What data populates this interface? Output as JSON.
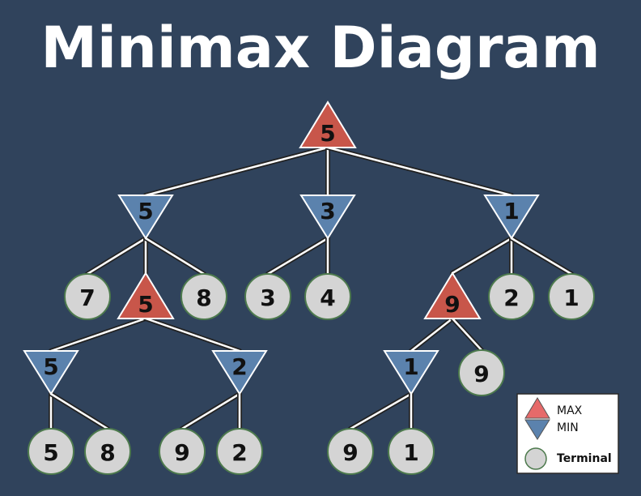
{
  "title": "Minimax Diagram",
  "colors": {
    "background": "#30435c",
    "max": "#c8564a",
    "min": "#5b82ad",
    "terminal": "#d4d4d4",
    "terminal_stroke": "#4d7a4d",
    "edge": "#ffffff"
  },
  "legend": {
    "max_label": "MAX",
    "min_label": "MIN",
    "terminal_label": "Terminal"
  },
  "tree": {
    "root": {
      "type": "max",
      "value": "5",
      "children": [
        {
          "type": "min",
          "value": "5",
          "children": [
            {
              "type": "terminal",
              "value": "7"
            },
            {
              "type": "max",
              "value": "5",
              "children": [
                {
                  "type": "min",
                  "value": "5",
                  "children": [
                    {
                      "type": "terminal",
                      "value": "5"
                    },
                    {
                      "type": "terminal",
                      "value": "8"
                    }
                  ]
                },
                {
                  "type": "min",
                  "value": "2",
                  "children": [
                    {
                      "type": "terminal",
                      "value": "9"
                    },
                    {
                      "type": "terminal",
                      "value": "2"
                    }
                  ]
                }
              ]
            },
            {
              "type": "terminal",
              "value": "8"
            }
          ]
        },
        {
          "type": "min",
          "value": "3",
          "children": [
            {
              "type": "terminal",
              "value": "3"
            },
            {
              "type": "terminal",
              "value": "4"
            }
          ]
        },
        {
          "type": "min",
          "value": "1",
          "children": [
            {
              "type": "max",
              "value": "9",
              "children": [
                {
                  "type": "min",
                  "value": "1",
                  "children": [
                    {
                      "type": "terminal",
                      "value": "9"
                    },
                    {
                      "type": "terminal",
                      "value": "1"
                    }
                  ]
                },
                {
                  "type": "terminal",
                  "value": "9"
                }
              ]
            },
            {
              "type": "terminal",
              "value": "2"
            },
            {
              "type": "terminal",
              "value": "1"
            }
          ]
        }
      ]
    }
  }
}
